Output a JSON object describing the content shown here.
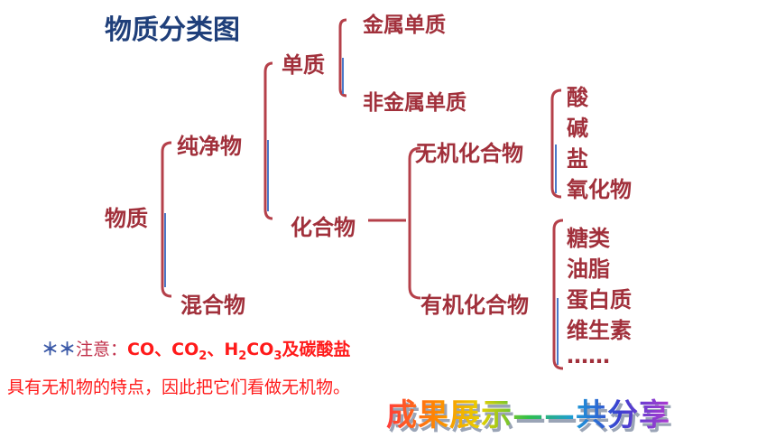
{
  "title": "物质分类图",
  "nodes": {
    "root": "物质",
    "pure": "纯净物",
    "mixture": "混合物",
    "element": "单质",
    "metal_element": "金属单质",
    "nonmetal_element": "非金属单质",
    "compound": "化合物",
    "inorganic": "无机化合物",
    "organic": "有机化合物"
  },
  "inorganic_items": [
    "酸",
    "碱",
    "盐",
    "氧化物"
  ],
  "organic_items": [
    "糖类",
    "油脂",
    "蛋白质",
    "维生素",
    "……"
  ],
  "note": {
    "stars": "＊＊",
    "label": "注意：",
    "co": "CO",
    "sep1": "、",
    "co2_base": "CO",
    "co2_sub": "2",
    "sep2": "、",
    "h2co3_h": "H",
    "h2co3_sub1": "2",
    "h2co3_co": "CO",
    "h2co3_sub2": "3",
    "tail": "及碳酸盐",
    "line2": "具有无机物的特点，因此把它们看做无机物。"
  },
  "banner": "成果展示——共分享",
  "colors": {
    "title": "#1f3f7a",
    "node_text": "#a1303b",
    "bracket_outer": "#b5404a",
    "bracket_inner": "#4a78c8",
    "note_text": "#ff1a1a"
  }
}
